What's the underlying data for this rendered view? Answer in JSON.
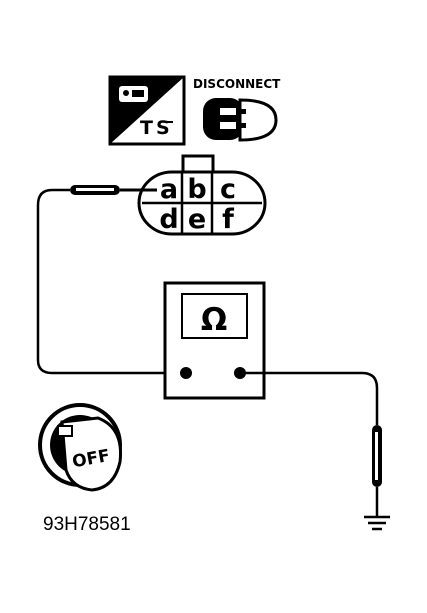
{
  "tester_badge": {
    "tester_text": "TS",
    "connector_label": "DISCONNECT"
  },
  "connector": {
    "pins": [
      "a",
      "b",
      "c",
      "d",
      "e",
      "f"
    ]
  },
  "meter": {
    "unit_symbol": "Ω"
  },
  "ignition": {
    "key_label": "OFF"
  },
  "figure_code": "93H78581"
}
